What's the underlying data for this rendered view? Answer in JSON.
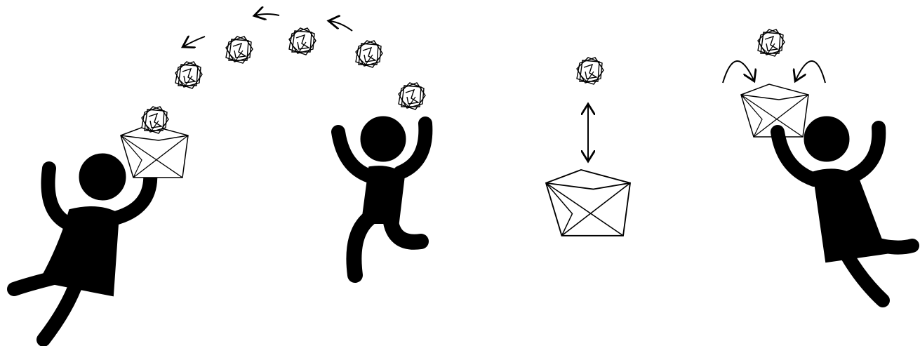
{
  "scene": {
    "panels": [
      {
        "id": "throw",
        "figures": 2,
        "description_icons": [
          "person-icon",
          "box-icon",
          "paper-ball-icon",
          "arrow-icon"
        ]
      },
      {
        "id": "toss",
        "figures": 0,
        "description_icons": [
          "box-icon",
          "paper-ball-icon",
          "double-arrow-icon"
        ]
      },
      {
        "id": "catch",
        "figures": 1,
        "description_icons": [
          "person-icon",
          "box-icon",
          "paper-ball-icon",
          "curved-arrow-icon"
        ]
      }
    ],
    "colors": {
      "ink": "#000000",
      "background": "#ffffff"
    }
  }
}
